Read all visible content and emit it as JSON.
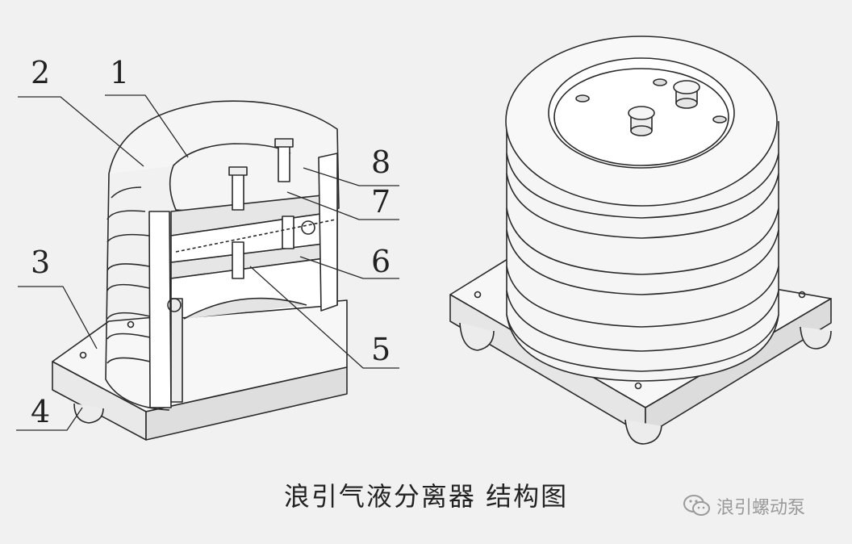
{
  "labels": {
    "l1": "1",
    "l2": "2",
    "l3": "3",
    "l4": "4",
    "l5": "5",
    "l6": "6",
    "l7": "7",
    "l8": "8"
  },
  "caption": "浪引气液分离器  结构图",
  "watermark": {
    "text": "浪引螺动泵",
    "icon": "wechat-icon"
  }
}
